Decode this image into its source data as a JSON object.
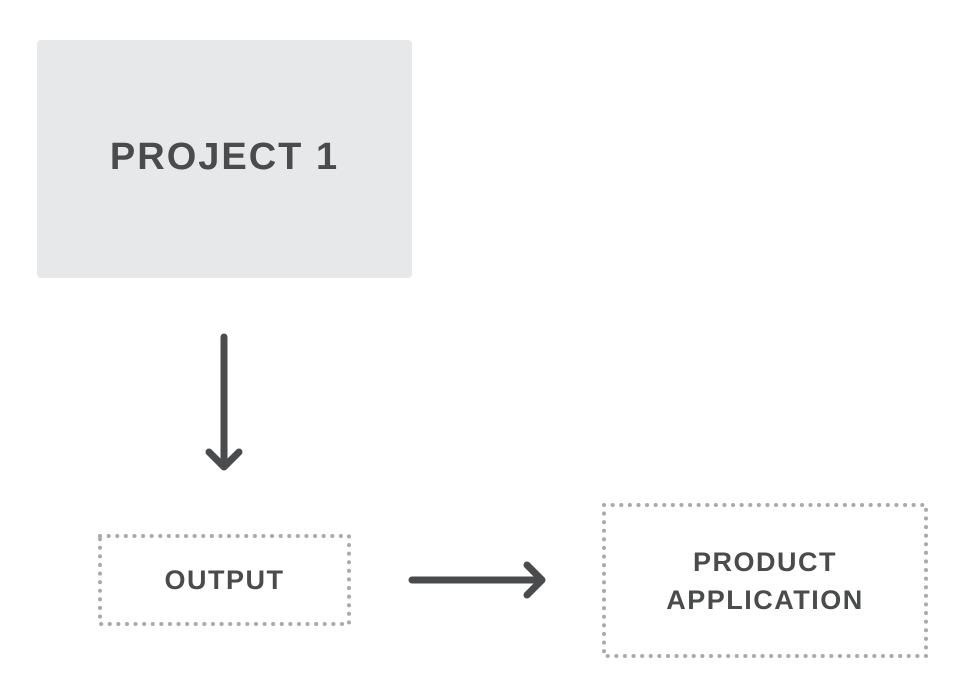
{
  "diagram": {
    "project": {
      "label": "PROJECT 1"
    },
    "output": {
      "label": "OUTPUT"
    },
    "product": {
      "label_line1": "PRODUCT",
      "label_line2": "APPLICATION"
    },
    "colors": {
      "text": "#4a4b4d",
      "box_fill": "#e7e8ea",
      "dotted_border": "#a9aaac",
      "arrow": "#4a4b4d"
    },
    "connections": [
      {
        "from": "PROJECT 1",
        "to": "OUTPUT"
      },
      {
        "from": "OUTPUT",
        "to": "PRODUCT APPLICATION"
      }
    ]
  }
}
